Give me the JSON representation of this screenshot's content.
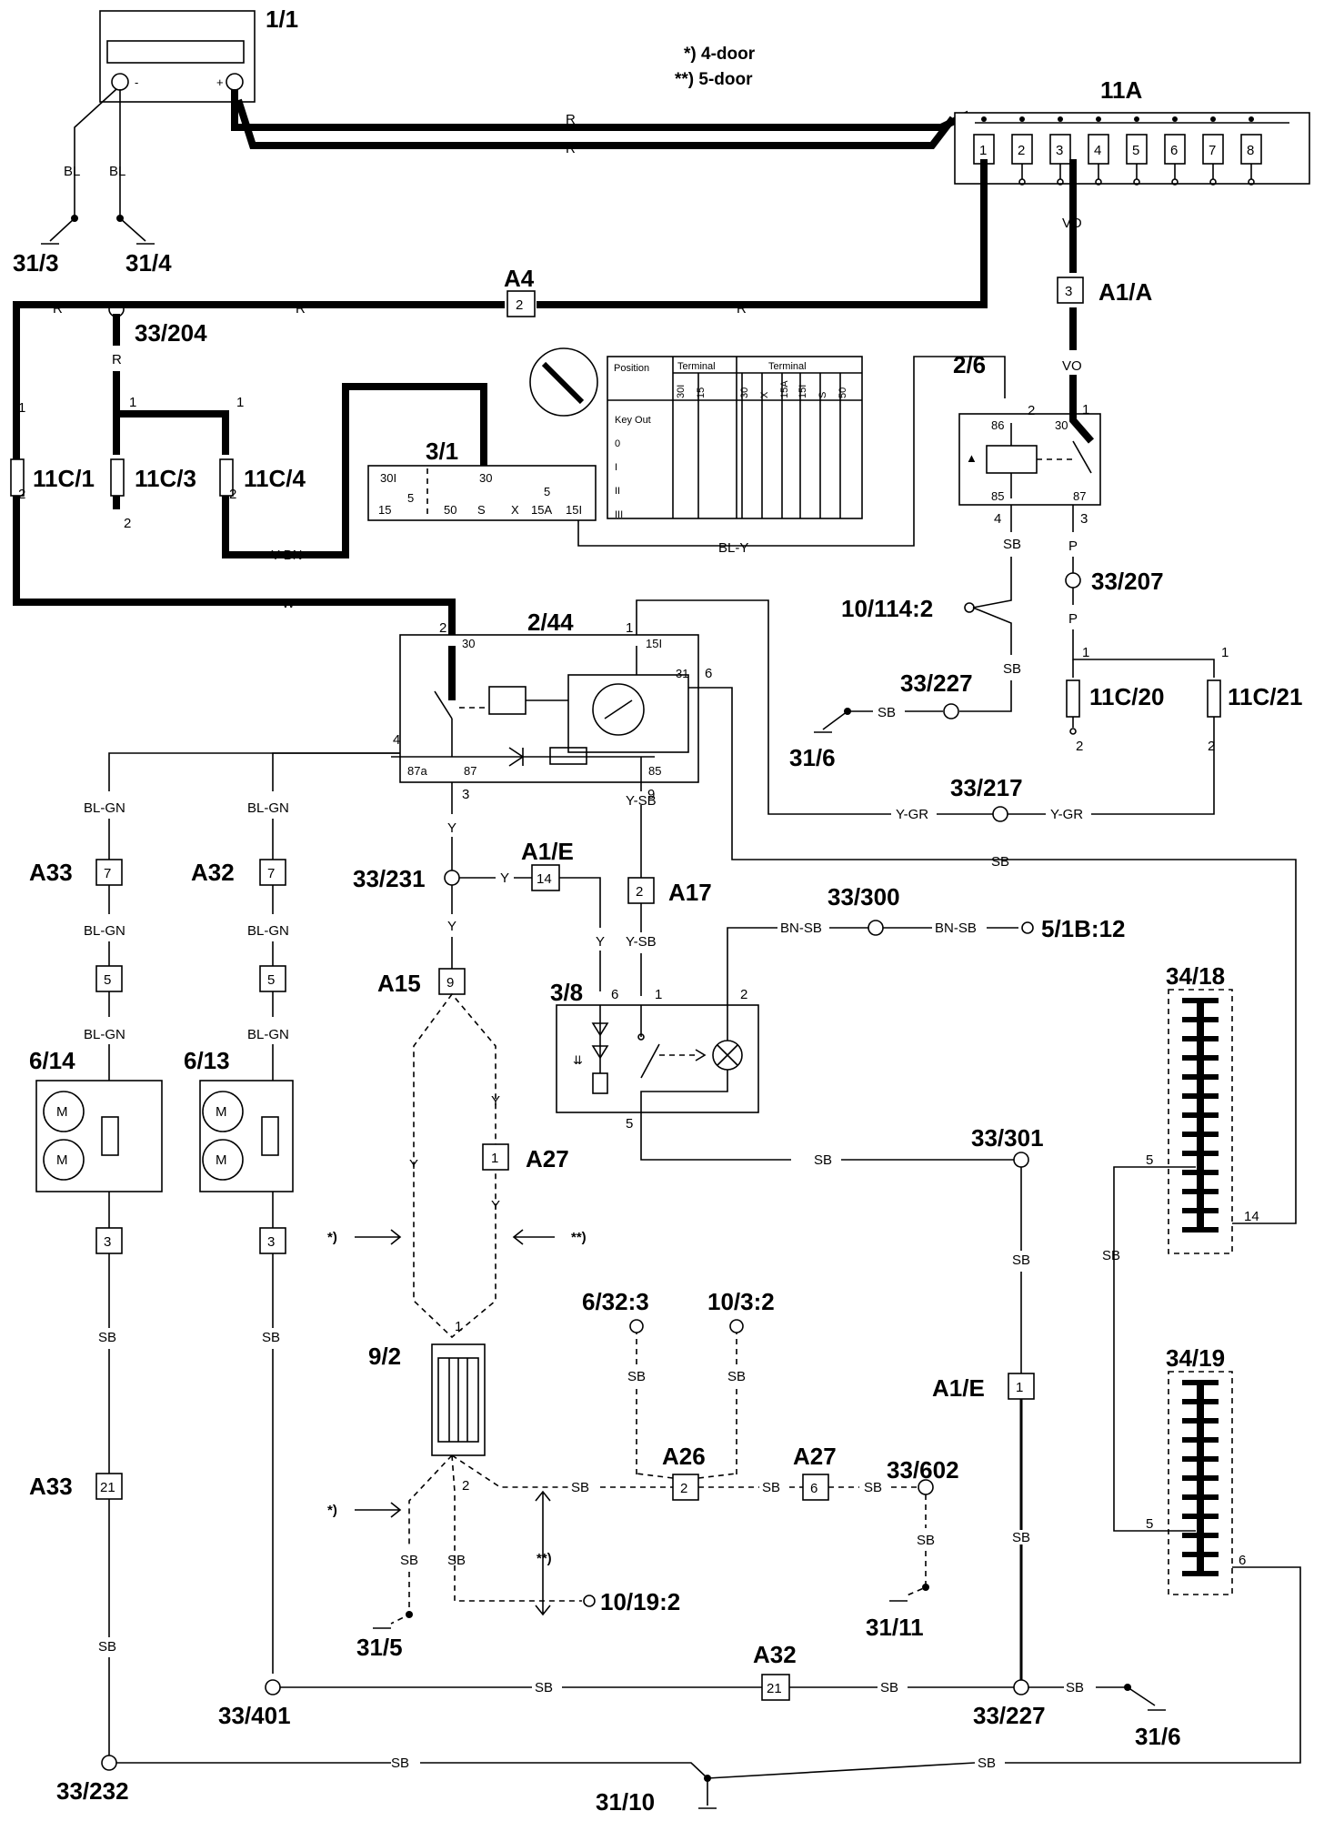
{
  "notes": {
    "four_door": "*) 4-door",
    "five_door": "**) 5-door"
  },
  "components": {
    "battery": "1/1",
    "fusebox": "11A",
    "fuse_c1": "11C/1",
    "fuse_c3": "11C/3",
    "fuse_c4": "11C/4",
    "fuse_c20": "11C/20",
    "fuse_c21": "11C/21",
    "ignition": "3/1",
    "relay26": "2/6",
    "relay244": "2/44",
    "switch38": "3/8",
    "motor614": "6/14",
    "motor613": "6/13",
    "heater92": "9/2",
    "comb3418": "34/18",
    "comb3419": "34/19"
  },
  "grounds": {
    "g313": "31/3",
    "g314": "31/4",
    "g316a": "31/6",
    "g316b": "31/6",
    "g315": "31/5",
    "g3111": "31/11",
    "g3110": "31/10"
  },
  "splices": {
    "s204": "33/204",
    "s207": "33/207",
    "s227a": "33/227",
    "s217": "33/217",
    "s231": "33/231",
    "s300": "33/300",
    "s301": "33/301",
    "s602": "33/602",
    "s401": "33/401",
    "s227b": "33/227",
    "s232": "33/232"
  },
  "refs": {
    "r114": "10/114:2",
    "r51b": "5/1B:12",
    "r632": "6/32:3",
    "r103": "10/3:2",
    "r1019": "10/19:2"
  },
  "connectors": {
    "a4": {
      "name": "A4",
      "pin": "2"
    },
    "a1a": {
      "name": "A1/A",
      "pin": "3"
    },
    "a1e_top": {
      "name": "A1/E",
      "pin": "14"
    },
    "a17": {
      "name": "A17",
      "pin": "2"
    },
    "a15": {
      "name": "A15",
      "pin": "9"
    },
    "a27_top": {
      "name": "A27",
      "pin": "1"
    },
    "a33_top": {
      "name": "A33",
      "pin": "7"
    },
    "a32_top": {
      "name": "A32",
      "pin": "7"
    },
    "a33_bot": {
      "name": "A33",
      "pin": "21"
    },
    "a1e_bot": {
      "name": "A1/E",
      "pin": "1"
    },
    "a26": {
      "name": "A26",
      "pin": "2"
    },
    "a27_bot": {
      "name": "A27",
      "pin": "6"
    },
    "a32_bot": {
      "name": "A32",
      "pin": "21"
    },
    "p5a": "5",
    "p5b": "5",
    "p3a": "3",
    "p3b": "3"
  },
  "fuse_slots": [
    "1",
    "2",
    "3",
    "4",
    "5",
    "6",
    "7",
    "8"
  ],
  "wires": {
    "R": "R",
    "BL": "BL",
    "VO": "VO",
    "W": "W",
    "YBN": "Y-BN",
    "BLY": "BL-Y",
    "SB": "SB",
    "P": "P",
    "YGR": "Y-GR",
    "BLGN": "BL-GN",
    "Y": "Y",
    "YSB": "Y-SB",
    "BNSB": "BN-SB"
  },
  "terminals": {
    "t30": "30",
    "t30i": "30I",
    "t5": "5",
    "t15": "15",
    "t50": "50",
    "tS": "S",
    "tX": "X",
    "t15A": "15A",
    "t15I": "15I",
    "t86": "86",
    "t85": "85",
    "t87": "87",
    "t87a": "87a",
    "t31": "31"
  },
  "ign_table": {
    "position": "Position",
    "terminal": "Terminal",
    "terminal2": "Terminal",
    "rows": [
      "Key Out",
      "0",
      "I",
      "II",
      "III"
    ],
    "cols": [
      "30I",
      "15",
      "30",
      "X",
      "15A",
      "15I",
      "S",
      "50"
    ]
  }
}
